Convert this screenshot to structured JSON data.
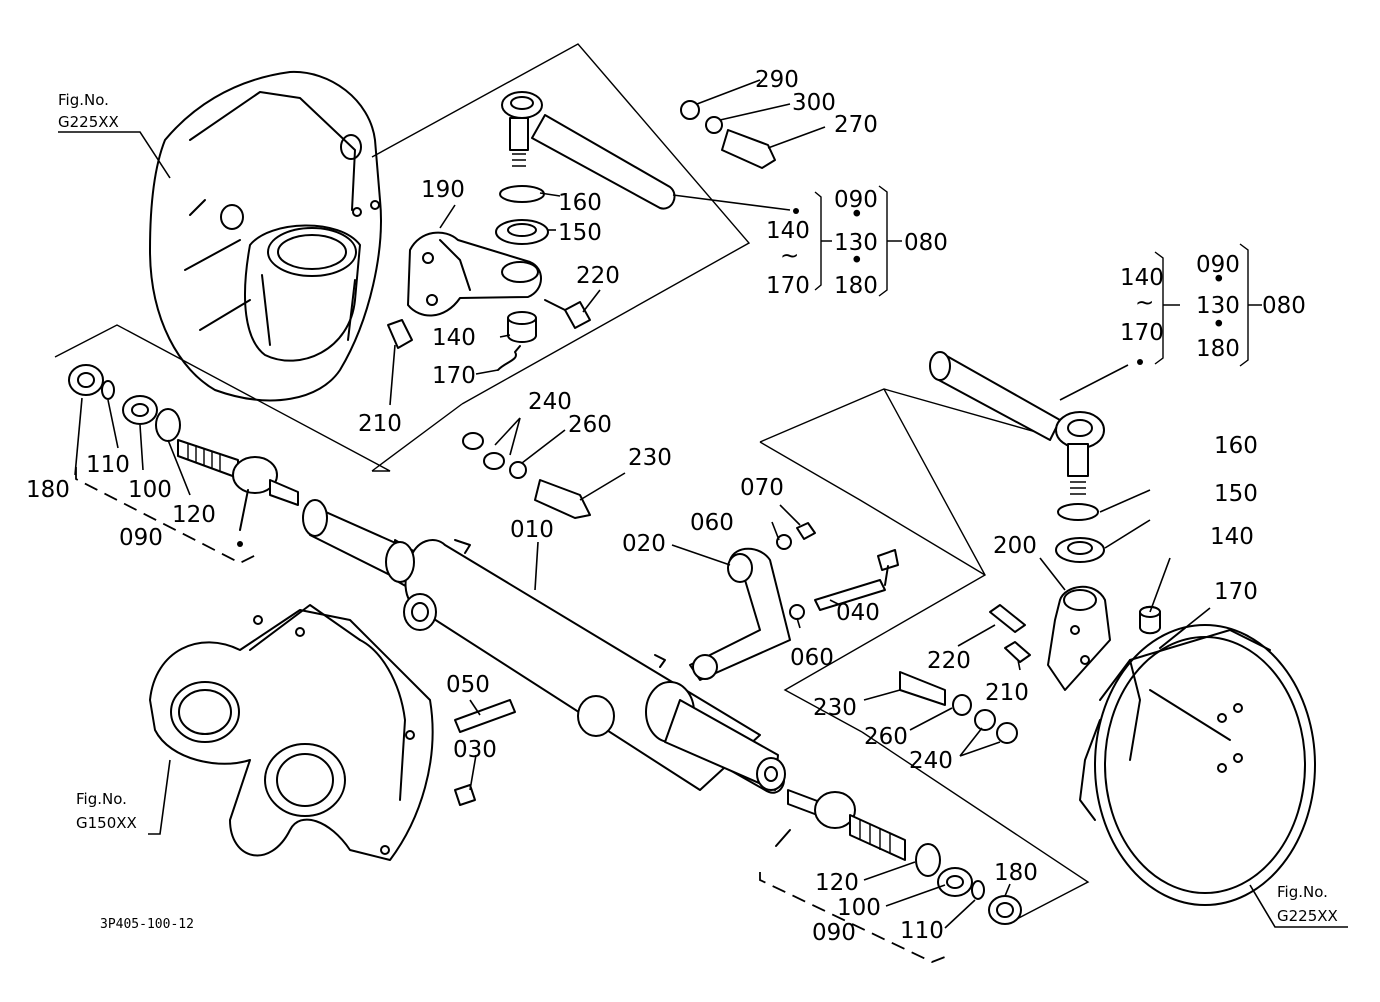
{
  "diagram_code": "3P405-100-12",
  "fig_refs": {
    "top_left": {
      "label": "Fig.No.",
      "code": "G225XX"
    },
    "bottom_left": {
      "label": "Fig.No.",
      "code": "G150XX"
    },
    "bottom_right": {
      "label": "Fig.No.",
      "code": "G225XX"
    }
  },
  "part_numbers": {
    "p010": "010",
    "p020": "020",
    "p030": "030",
    "p040": "040",
    "p050": "050",
    "p060a": "060",
    "p060b": "060",
    "p070": "070",
    "p080a": "080",
    "p080b": "080",
    "p090a": "090",
    "p090b": "090",
    "p090c": "090",
    "p090d": "090",
    "p100a": "100",
    "p100b": "100",
    "p110a": "110",
    "p110b": "110",
    "p120a": "120",
    "p120b": "120",
    "p130a": "130",
    "p130b": "130",
    "p140a": "140",
    "p140b": "140",
    "p140c": "140",
    "p140d": "140",
    "p150a": "150",
    "p150b": "150",
    "p160a": "160",
    "p160b": "160",
    "p170a": "170",
    "p170b": "170",
    "p170c": "170",
    "p170d": "170",
    "p180a": "180",
    "p180b": "180",
    "p180c": "180",
    "p180d": "180",
    "p190": "190",
    "p200": "200",
    "p210a": "210",
    "p210b": "210",
    "p220a": "220",
    "p220b": "220",
    "p230a": "230",
    "p230b": "230",
    "p240a": "240",
    "p240b": "240",
    "p260a": "260",
    "p260b": "260",
    "p270": "270",
    "p290": "290",
    "p300": "300"
  },
  "range_symbol": "~",
  "separator_symbol": "•"
}
